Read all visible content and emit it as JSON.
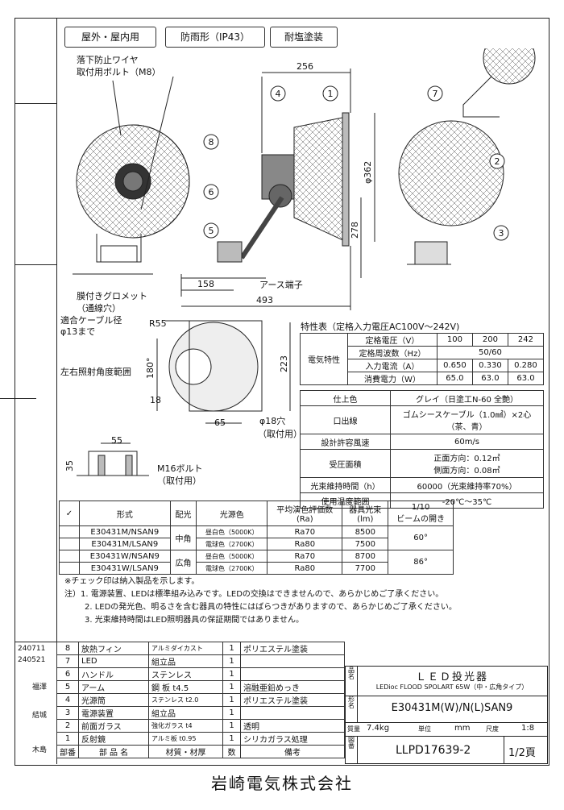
{
  "tags": [
    "屋外・屋内用",
    "防雨形（IP43）",
    "耐塩塗装"
  ],
  "side_stamps": [
    "240711",
    "240521",
    "福澤",
    "結城",
    "木島"
  ],
  "drawing": {
    "wire_label_1": "落下防止ワイヤ",
    "wire_label_2": "取付用ボルト（M8）",
    "dim_256": "256",
    "dim_362": "φ362",
    "dim_278": "278",
    "dim_158": "158",
    "dim_493": "493",
    "earth_label": "アース端子",
    "grommet_1": "膜付きグロメット",
    "grommet_2": "（通線穴）",
    "cable_1": "適合ケーブル径",
    "cable_2": "φ13まで",
    "swing_label": "左右照射角度範囲",
    "dim_r55": "R55",
    "dim_180": "180°",
    "dim_18": "18",
    "dim_223": "223",
    "dim_65": "65",
    "hole_1": "φ18穴",
    "hole_2": "（取付用）",
    "dim_55": "55",
    "dim_35": "35",
    "bolt_1": "M16ボルト",
    "bolt_2": "（取付用）",
    "callouts": [
      "4",
      "1",
      "8",
      "6",
      "5",
      "7",
      "2",
      "3"
    ]
  },
  "specs": {
    "title": "特性表（定格入力電圧AC100V～242V)",
    "group": "電気特性",
    "rows": [
      {
        "label": "定格電圧（V）",
        "v1": "100",
        "v2": "200",
        "v3": "242"
      },
      {
        "label": "定格周波数（Hz）",
        "span": "50/60"
      },
      {
        "label": "入力電流（A）",
        "v1": "0.650",
        "v2": "0.330",
        "v3": "0.280"
      },
      {
        "label": "消費電力（W）",
        "v1": "65.0",
        "v2": "63.0",
        "v3": "63.0"
      }
    ]
  },
  "finish": {
    "rows": [
      {
        "label": "仕上色",
        "value": "グレイ（日塗工N-60 全艶）"
      },
      {
        "label": "口出線",
        "value": "ゴムシースケーブル（1.0㎟）×2心",
        "value2": "（茶、青）"
      },
      {
        "label": "設計許容風速",
        "value": "60m/s"
      },
      {
        "label": "受圧面積",
        "value": "正面方向：0.12㎡",
        "value2": "側面方向：0.08㎡"
      },
      {
        "label": "光束維持時間（h）",
        "value": "60000（光束維持率70%）"
      },
      {
        "label": "使用温度範囲",
        "value": "-20℃～35℃"
      }
    ]
  },
  "models": {
    "headers": [
      "✓",
      "形式",
      "配光",
      "光源色",
      "平均演色評価数",
      "(Ra)",
      "器具光束",
      "(lm)",
      "1/10",
      "ビームの開き"
    ],
    "rows": [
      {
        "model": "E30431M/NSAN9",
        "dist": "中角",
        "color": "昼白色（5000K）",
        "ra": "Ra70",
        "lm": "8500",
        "beam": "60°"
      },
      {
        "model": "E30431M/LSAN9",
        "color": "電球色（2700K）",
        "ra": "Ra80",
        "lm": "7500"
      },
      {
        "model": "E30431W/NSAN9",
        "dist": "広角",
        "color": "昼白色（5000K）",
        "ra": "Ra70",
        "lm": "8700",
        "beam": "86°"
      },
      {
        "model": "E30431W/LSAN9",
        "color": "電球色（2700K）",
        "ra": "Ra80",
        "lm": "7700"
      }
    ]
  },
  "notes": [
    "※チェック印は納入製品を示します。",
    "注）1. 電源装置、LEDは標準組み込みです。LEDの交換はできませんので、あらかじめご了承ください。",
    "2. LEDの発光色、明るさを含む器具の特性にはばらつきがありますので、あらかじめご了承ください。",
    "3. 光束維持時間はLED照明器具の保証期間ではありません。"
  ],
  "parts": [
    {
      "no": "8",
      "name": "放熱フィン",
      "mat": "アルミダイカスト",
      "qty": "1",
      "note": "ポリエステル塗装"
    },
    {
      "no": "7",
      "name": "LED",
      "mat": "組立品",
      "qty": "1",
      "note": ""
    },
    {
      "no": "6",
      "name": "ハンドル",
      "mat": "ステンレス",
      "qty": "1",
      "note": ""
    },
    {
      "no": "5",
      "name": "アーム",
      "mat": "鋼 板 t4.5",
      "qty": "1",
      "note": "溶融亜鉛めっき"
    },
    {
      "no": "4",
      "name": "光源筒",
      "mat": "ステンレス t2.0",
      "qty": "1",
      "note": "ポリエステル塗装"
    },
    {
      "no": "3",
      "name": "電源装置",
      "mat": "組立品",
      "qty": "1",
      "note": ""
    },
    {
      "no": "2",
      "name": "前面ガラス",
      "mat": "強化ガラス t4",
      "qty": "1",
      "note": "透明"
    },
    {
      "no": "1",
      "name": "反射鏡",
      "mat": "アルミ板 t0.95",
      "qty": "1",
      "note": "シリカガラス処理"
    }
  ],
  "parts_header": {
    "no": "部番",
    "name": "部 品 名",
    "mat": "材質・材厚",
    "qty": "数",
    "note": "備考"
  },
  "title_block": {
    "name_label": "品名",
    "product": "ＬＥＤ投光器",
    "product_sub": "LEDioc FLOOD SPOLART 65W（中・広角タイプ）",
    "model_label": "形名",
    "model": "E30431M(W)/N(L)SAN9",
    "weight_label": "質量",
    "weight": "7.4kg",
    "unit_label": "単位",
    "unit": "mm",
    "scale_label": "尺度",
    "scale": "1:8",
    "drawing_label": "図番",
    "drawing_no": "LLPD17639-2",
    "page": "1/2頁"
  },
  "company": "岩崎電気株式会社"
}
